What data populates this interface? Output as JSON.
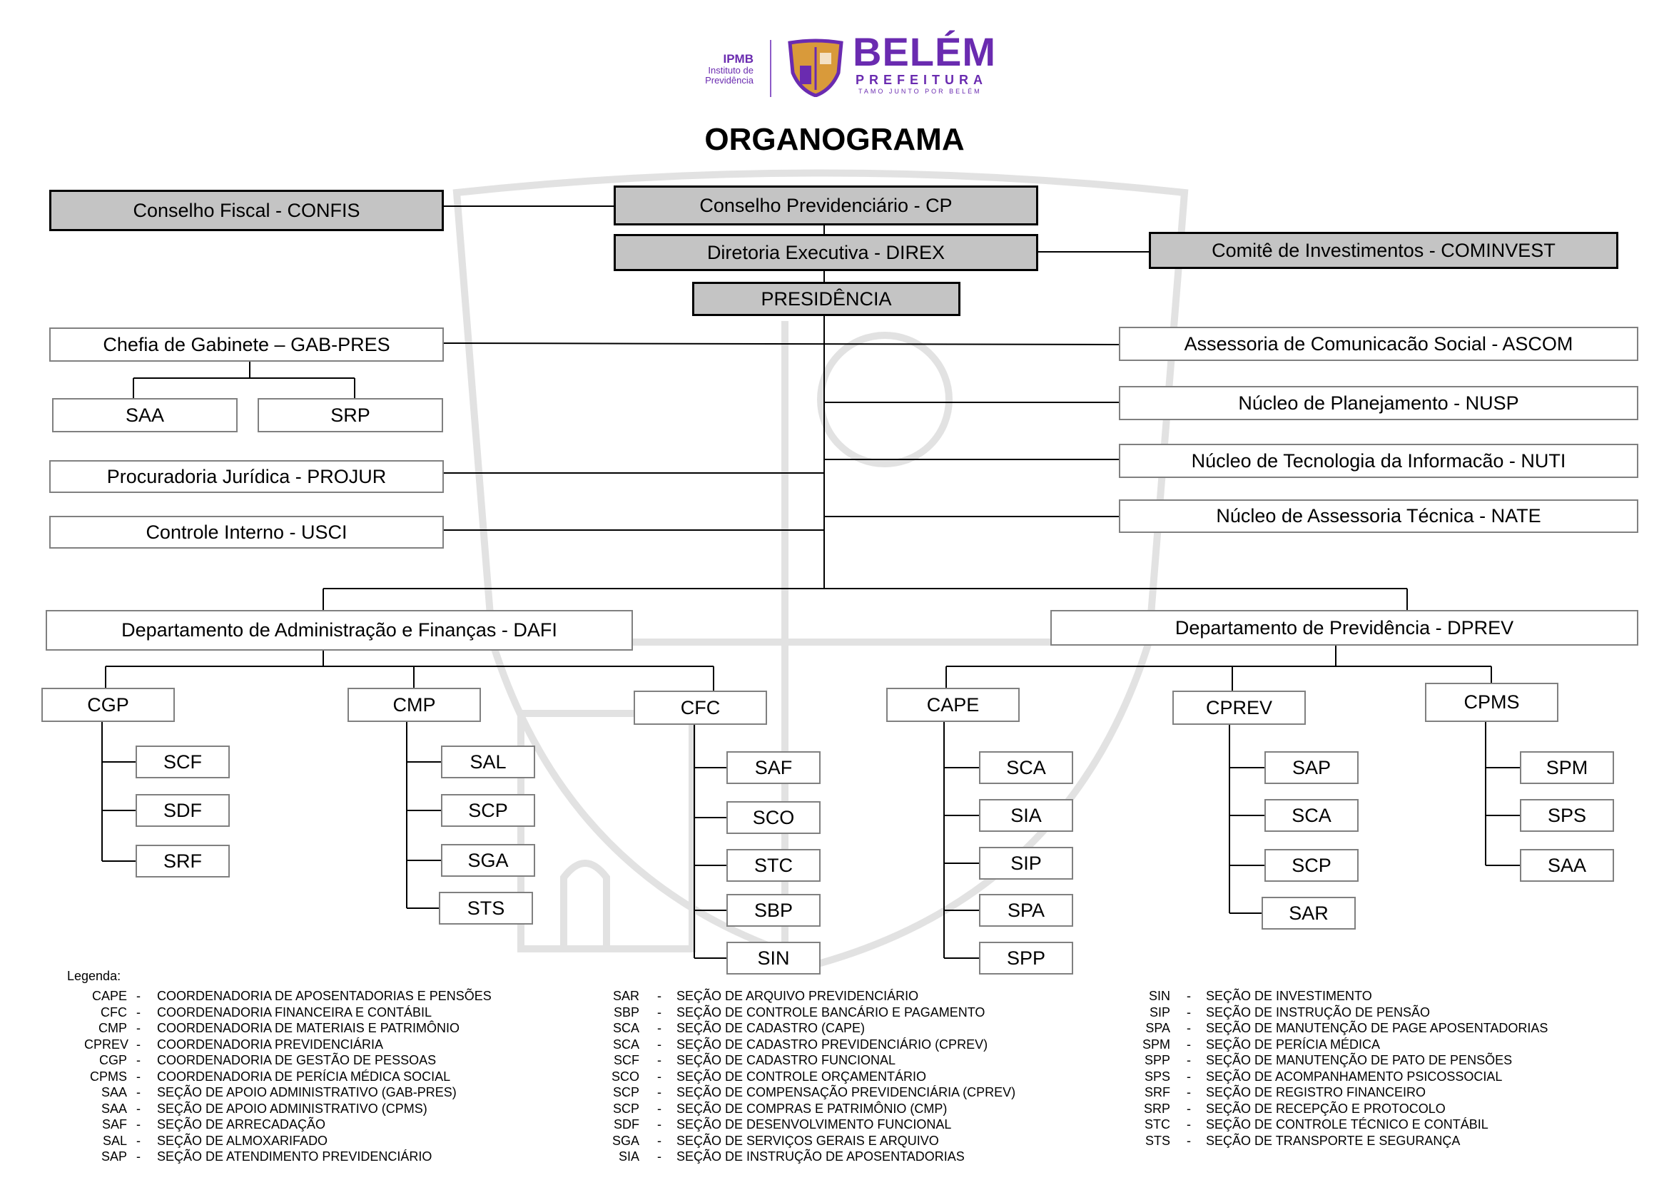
{
  "header": {
    "ipmb": {
      "name": "IPMB",
      "line1": "Instituto de",
      "line2": "Previdência"
    },
    "belem": {
      "name": "BELÉM",
      "sub": "PREFEITURA",
      "motto": "TAMO JUNTO POR BELÉM"
    },
    "title": "ORGANOGRAMA"
  },
  "colors": {
    "brand_purple": "#6a2bb0",
    "crest_gold": "#d99a3a",
    "box_grey": "#c4c4c4",
    "line": "#000000"
  },
  "top": {
    "confis": "Conselho Fiscal - CONFIS",
    "cp": "Conselho Previdenciário - CP",
    "direx": "Diretoria Executiva - DIREX",
    "cominvest": "Comitê de Investimentos - COMINVEST",
    "presidencia": "PRESIDÊNCIA"
  },
  "left": {
    "gab": "Chefia de Gabinete – GAB-PRES",
    "saa": "SAA",
    "srp": "SRP",
    "projur": "Procuradoria Jurídica - PROJUR",
    "usci": "Controle Interno - USCI"
  },
  "right": {
    "ascom": "Assessoria de Comunicacão Social - ASCOM",
    "nusp": "Núcleo de Planejamento - NUSP",
    "nuti": "Núcleo de Tecnologia da Informacão - NUTI",
    "nate": "Núcleo de Assessoria Técnica - NATE"
  },
  "departments": {
    "dafi": {
      "name": "Departamento de Administração e Finanças - DAFI",
      "units": [
        {
          "name": "CGP",
          "sections": [
            "SCF",
            "SDF",
            "SRF"
          ]
        },
        {
          "name": "CMP",
          "sections": [
            "SAL",
            "SCP",
            "SGA",
            "STS"
          ]
        },
        {
          "name": "CFC",
          "sections": [
            "SAF",
            "SCO",
            "STC",
            "SBP",
            "SIN"
          ]
        }
      ]
    },
    "dprev": {
      "name": "Departamento de Previdência - DPREV",
      "units": [
        {
          "name": "CAPE",
          "sections": [
            "SCA",
            "SIA",
            "SIP",
            "SPA",
            "SPP"
          ]
        },
        {
          "name": "CPREV",
          "sections": [
            "SAP",
            "SCA",
            "SCP",
            "SAR"
          ]
        },
        {
          "name": "CPMS",
          "sections": [
            "SPM",
            "SPS",
            "SAA"
          ]
        }
      ]
    }
  },
  "legend": {
    "title": "Legenda:",
    "columns": [
      [
        {
          "abbr": "CAPE",
          "desc": "COORDENADORIA DE APOSENTADORIAS E PENSÕES"
        },
        {
          "abbr": "CFC",
          "desc": "COORDENADORIA FINANCEIRA E CONTÁBIL"
        },
        {
          "abbr": "CMP",
          "desc": "COORDENADORIA DE MATERIAIS E PATRIMÔNIO"
        },
        {
          "abbr": "CPREV",
          "desc": "COORDENADORIA PREVIDENCIÁRIA"
        },
        {
          "abbr": "CGP",
          "desc": "COORDENADORIA DE GESTÃO DE PESSOAS"
        },
        {
          "abbr": "CPMS",
          "desc": "COORDENADORIA DE PERÍCIA MÉDICA SOCIAL"
        },
        {
          "abbr": "SAA",
          "desc": "SEÇÃO DE APOIO ADMINISTRATIVO (GAB-PRES)"
        },
        {
          "abbr": "SAA",
          "desc": "SEÇÃO DE APOIO ADMINISTRATIVO (CPMS)"
        },
        {
          "abbr": "SAF",
          "desc": "SEÇÃO DE ARRECADAÇÃO"
        },
        {
          "abbr": "SAL",
          "desc": "SEÇÃO DE ALMOXARIFADO"
        },
        {
          "abbr": "SAP",
          "desc": "SEÇÃO DE ATENDIMENTO PREVIDENCIÁRIO"
        }
      ],
      [
        {
          "abbr": "SAR",
          "desc": "SEÇÃO DE ARQUIVO PREVIDENCIÁRIO"
        },
        {
          "abbr": "SBP",
          "desc": "SEÇÃO DE CONTROLE BANCÁRIO E PAGAMENTO"
        },
        {
          "abbr": "SCA",
          "desc": "SEÇÃO DE CADASTRO (CAPE)"
        },
        {
          "abbr": "SCA",
          "desc": "SEÇÃO DE CADASTRO PREVIDENCIÁRIO (CPREV)"
        },
        {
          "abbr": "SCF",
          "desc": "SEÇÃO DE CADASTRO FUNCIONAL"
        },
        {
          "abbr": "SCO",
          "desc": "SEÇÃO DE CONTROLE ORÇAMENTÁRIO"
        },
        {
          "abbr": "SCP",
          "desc": "SEÇÃO DE COMPENSAÇÃO PREVIDENCIÁRIA (CPREV)"
        },
        {
          "abbr": "SCP",
          "desc": "SEÇÃO DE COMPRAS E PATRIMÔNIO (CMP)"
        },
        {
          "abbr": "SDF",
          "desc": "SEÇÃO DE DESENVOLVIMENTO FUNCIONAL"
        },
        {
          "abbr": "SGA",
          "desc": "SEÇÃO DE SERVIÇOS GERAIS E ARQUIVO"
        },
        {
          "abbr": "SIA",
          "desc": "SEÇÃO DE INSTRUÇÃO DE APOSENTADORIAS"
        }
      ],
      [
        {
          "abbr": "SIN",
          "desc": "SEÇÃO DE INVESTIMENTO"
        },
        {
          "abbr": "SIP",
          "desc": "SEÇÃO DE INSTRUÇÃO DE PENSÃO"
        },
        {
          "abbr": "SPA",
          "desc": "SEÇÃO DE MANUTENÇÃO DE PAGE APOSENTADORIAS"
        },
        {
          "abbr": "SPM",
          "desc": "SEÇÃO DE PERÍCIA MÉDICA"
        },
        {
          "abbr": "SPP",
          "desc": "SEÇÃO DE MANUTENÇÃO DE PATO DE PENSÕES"
        },
        {
          "abbr": "SPS",
          "desc": "SEÇÃO DE ACOMPANHAMENTO PSICOSSOCIAL"
        },
        {
          "abbr": "SRF",
          "desc": "SEÇÃO DE REGISTRO FINANCEIRO"
        },
        {
          "abbr": "SRP",
          "desc": "SEÇÃO DE RECEPÇÃO E PROTOCOLO"
        },
        {
          "abbr": "STC",
          "desc": "SEÇÃO DE CONTROLE TÉCNICO E CONTÁBIL"
        },
        {
          "abbr": "STS",
          "desc": "SEÇÃO DE TRANSPORTE E SEGURANÇA"
        }
      ]
    ]
  }
}
